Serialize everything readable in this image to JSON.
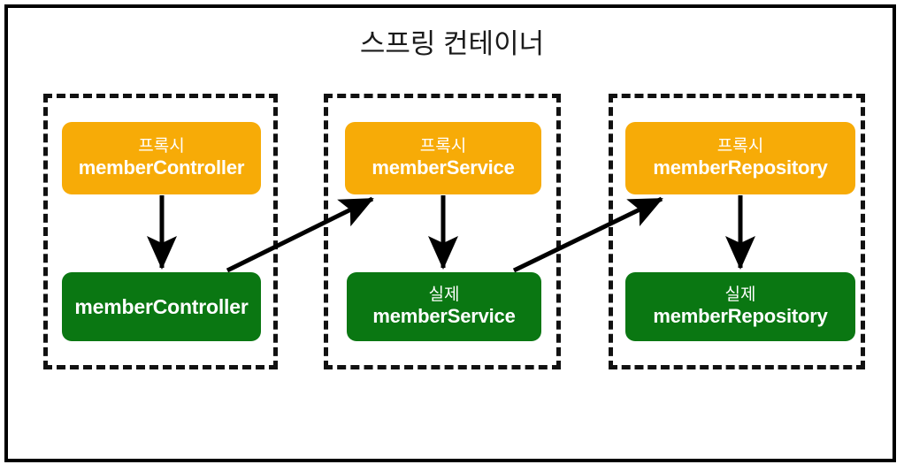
{
  "diagram": {
    "title": "스프링 컨테이너",
    "colors": {
      "proxy_fill": "#f7ab07",
      "real_fill": "#0a7712",
      "frame_stroke": "#000000",
      "group_stroke": "#111111",
      "arrow_stroke": "#000000",
      "node_text": "#ffffff",
      "title_text": "#1a1a1a",
      "background": "#ffffff"
    },
    "labels": {
      "proxy_prefix": "프록시",
      "real_prefix": "실제"
    },
    "groups": [
      {
        "name": "member-controller-group",
        "proxy": {
          "prefix": "프록시",
          "bean": "memberController"
        },
        "real": {
          "prefix": "",
          "bean": "memberController"
        }
      },
      {
        "name": "member-service-group",
        "proxy": {
          "prefix": "프록시",
          "bean": "memberService"
        },
        "real": {
          "prefix": "실제",
          "bean": "memberService"
        }
      },
      {
        "name": "member-repository-group",
        "proxy": {
          "prefix": "프록시",
          "bean": "memberRepository"
        },
        "real": {
          "prefix": "실제",
          "bean": "memberRepository"
        }
      }
    ],
    "arrows": [
      {
        "name": "proxy-to-real-controller",
        "kind": "vertical",
        "from": "프록시 memberController",
        "to": "memberController"
      },
      {
        "name": "proxy-to-real-service",
        "kind": "vertical",
        "from": "프록시 memberService",
        "to": "실제 memberService"
      },
      {
        "name": "proxy-to-real-repository",
        "kind": "vertical",
        "from": "프록시 memberRepository",
        "to": "실제 memberRepository"
      },
      {
        "name": "controller-to-service-proxy",
        "kind": "diagonal",
        "from": "memberController",
        "to": "프록시 memberService"
      },
      {
        "name": "service-to-repository-proxy",
        "kind": "diagonal",
        "from": "실제 memberService",
        "to": "프록시 memberRepository"
      }
    ]
  }
}
